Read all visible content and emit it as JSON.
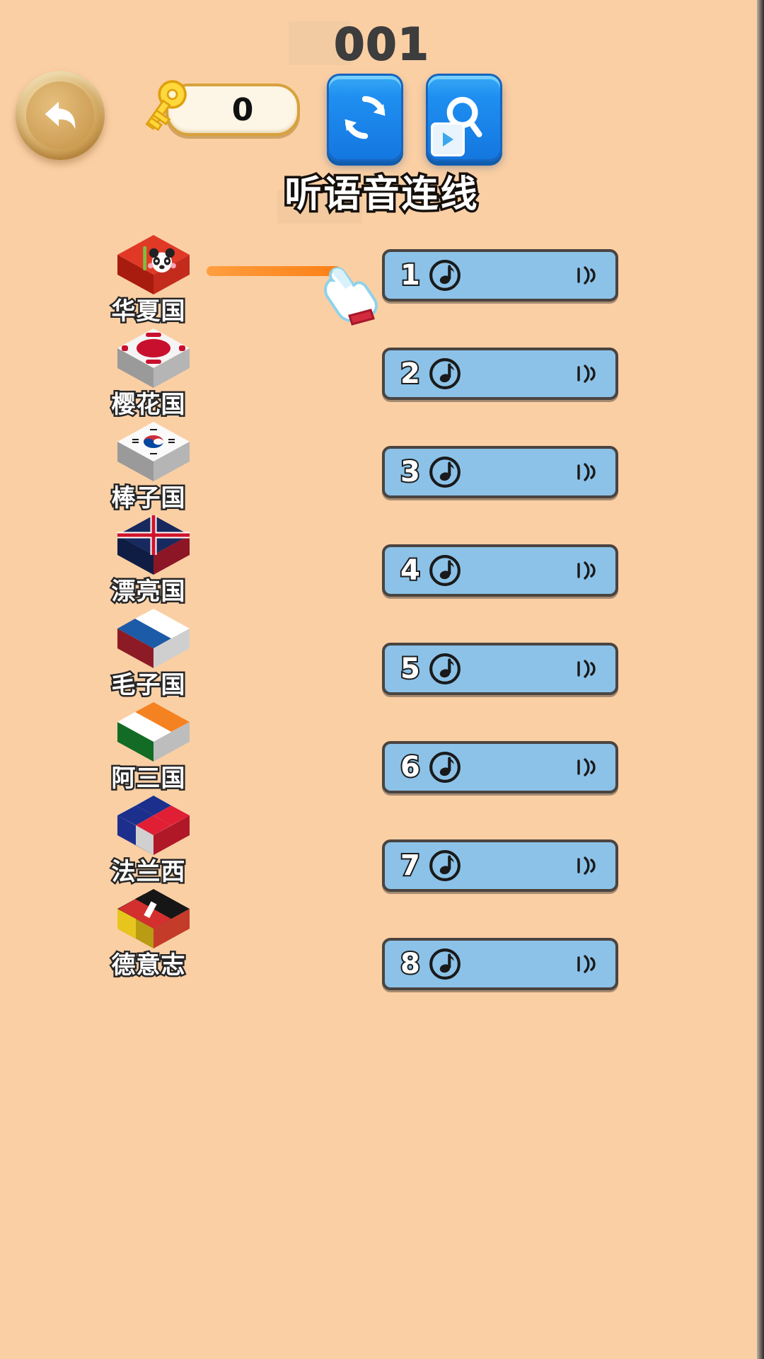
{
  "app": {
    "background_color": "#fbcfa4",
    "level_number": "001",
    "subtitle": "听语音连线"
  },
  "header": {
    "back_button": {
      "label": "",
      "icon": "back-arrow-icon"
    },
    "key_counter": {
      "icon": "key-icon",
      "value": "0"
    },
    "refresh_button": {
      "icon": "refresh-icon"
    },
    "search_button": {
      "icon": "magnifier-icon",
      "badge_icon": "play-icon"
    }
  },
  "flags": [
    {
      "name": "华夏国",
      "icon": "flag-cube-china",
      "colors": [
        "#e03a27",
        "#b92316"
      ]
    },
    {
      "name": "樱花国",
      "icon": "flag-cube-japan",
      "colors": [
        "#ffffff",
        "#c8102e"
      ]
    },
    {
      "name": "棒子国",
      "icon": "flag-cube-korea",
      "colors": [
        "#ffffff",
        "#cd2e3a",
        "#0047a0"
      ]
    },
    {
      "name": "漂亮国",
      "icon": "flag-cube-uk",
      "colors": [
        "#17295e",
        "#cf142b",
        "#ffffff"
      ]
    },
    {
      "name": "毛子国",
      "icon": "flag-cube-russia",
      "colors": [
        "#ffffff",
        "#1c5ba8",
        "#9b1f2a"
      ]
    },
    {
      "name": "阿三国",
      "icon": "flag-cube-india",
      "colors": [
        "#f58220",
        "#ffffff",
        "#177a2e"
      ]
    },
    {
      "name": "法兰西",
      "icon": "flag-cube-france",
      "colors": [
        "#1c2f8c",
        "#ffffff",
        "#e01f35"
      ]
    },
    {
      "name": "德意志",
      "icon": "flag-cube-germany",
      "colors": [
        "#161616",
        "#d32f2f",
        "#e8c51d"
      ]
    }
  ],
  "audio_options": [
    {
      "number": "1",
      "note_icon": "music-note-icon",
      "speaker_icon": "sound-wave-icon"
    },
    {
      "number": "2",
      "note_icon": "music-note-icon",
      "speaker_icon": "sound-wave-icon"
    },
    {
      "number": "3",
      "note_icon": "music-note-icon",
      "speaker_icon": "sound-wave-icon"
    },
    {
      "number": "4",
      "note_icon": "music-note-icon",
      "speaker_icon": "sound-wave-icon"
    },
    {
      "number": "5",
      "note_icon": "music-note-icon",
      "speaker_icon": "sound-wave-icon"
    },
    {
      "number": "6",
      "note_icon": "music-note-icon",
      "speaker_icon": "sound-wave-icon"
    },
    {
      "number": "7",
      "note_icon": "music-note-icon",
      "speaker_icon": "sound-wave-icon"
    },
    {
      "number": "8",
      "note_icon": "music-note-icon",
      "speaker_icon": "sound-wave-icon"
    }
  ],
  "interaction": {
    "drag_line_color": "#fb7f15",
    "cursor_icon": "pointing-hand-cursor"
  },
  "colors": {
    "button_blue": "#8cc2e8",
    "button_border": "#4a4440",
    "accent_blue": "#1f8ef1",
    "gold": "#d7a23d"
  }
}
